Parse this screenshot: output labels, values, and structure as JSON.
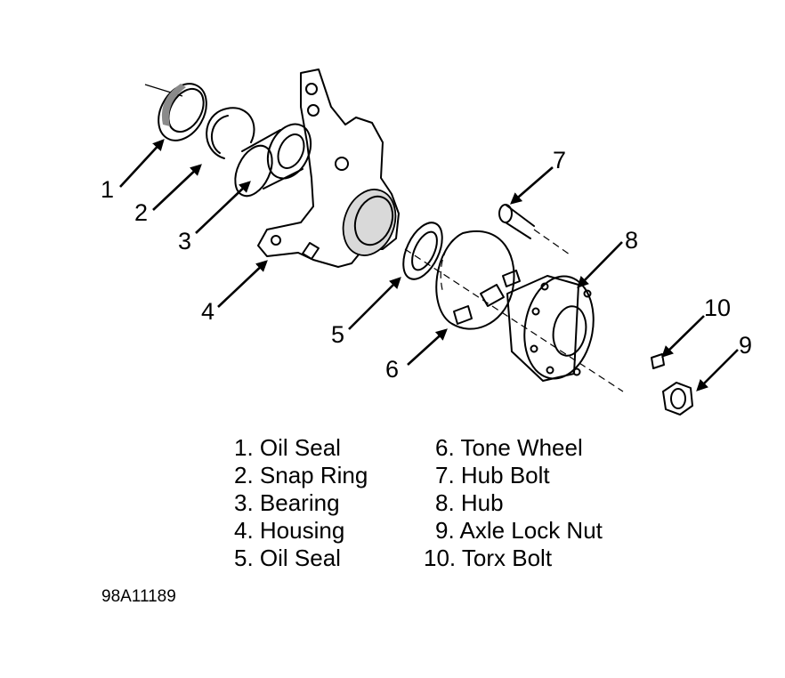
{
  "callouts": [
    "1",
    "2",
    "3",
    "4",
    "5",
    "6",
    "7",
    "8",
    "9",
    "10"
  ],
  "legend": {
    "left": [
      "1. Oil Seal",
      "2. Snap Ring",
      "3. Bearing",
      "4. Housing",
      "5. Oil Seal"
    ],
    "right": [
      "6. Tone Wheel",
      "7. Hub Bolt",
      "8. Hub",
      "9. Axle Lock Nut",
      "10. Torx Bolt"
    ]
  },
  "figure_code": "98A11189"
}
